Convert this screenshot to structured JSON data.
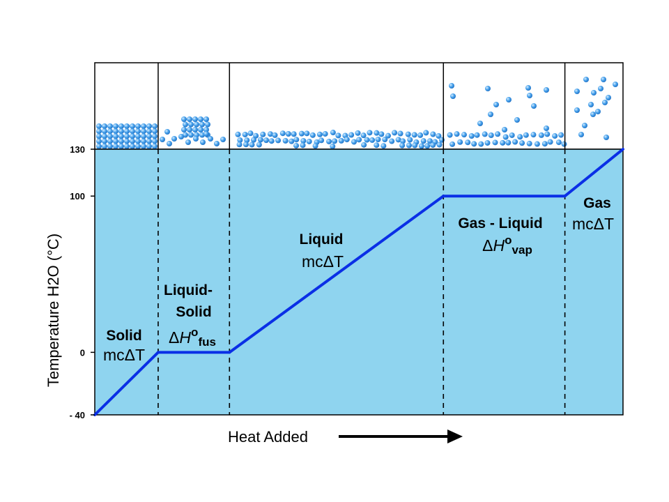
{
  "chart_data": {
    "type": "line",
    "ylabel": "Temperature H2O (°C)",
    "xlabel": "Heat Added",
    "ylim": [
      -40,
      130
    ],
    "y_ticks": [
      "130",
      "100",
      "0",
      "- 40"
    ],
    "y_tick_values": [
      130,
      100,
      0,
      -40
    ],
    "x_units_total": 100,
    "segments": [
      {
        "name": "Solid",
        "formula": "mcΔT",
        "x": [
          0,
          12
        ],
        "y": [
          -40,
          0
        ]
      },
      {
        "name": "Liquid-Solid",
        "formula": "ΔH°fus",
        "x": [
          12,
          25.5
        ],
        "y": [
          0,
          0
        ]
      },
      {
        "name": "Liquid",
        "formula": "mcΔT",
        "x": [
          25.5,
          66
        ],
        "y": [
          0,
          100
        ]
      },
      {
        "name": "Gas - Liquid",
        "formula": "ΔH°vap",
        "x": [
          66,
          89
        ],
        "y": [
          100,
          100
        ]
      },
      {
        "name": "Gas",
        "formula": "mcΔT",
        "x": [
          89,
          100
        ],
        "y": [
          100,
          130
        ]
      }
    ],
    "phase_boundaries": [
      12,
      25.5,
      66,
      89
    ],
    "labels": {
      "solid": {
        "title": "Solid",
        "formula": "mcΔT"
      },
      "liquid_solid": {
        "title_line1": "Liquid-",
        "title_line2": "Solid",
        "formula_delta": "Δ",
        "formula_H": "H",
        "formula_deg": "o",
        "formula_sub": "fus"
      },
      "liquid": {
        "title": "Liquid",
        "formula": "mcΔT"
      },
      "gas_liquid": {
        "title": "Gas - Liquid",
        "formula_delta": "Δ",
        "formula_H": "H",
        "formula_deg": "o",
        "formula_sub": "vap"
      },
      "gas": {
        "title": "Gas",
        "formula": "mcΔT"
      }
    },
    "colors": {
      "fill": "#8fd4ef",
      "line": "#0a2fe6",
      "particle": "#3f9be6"
    }
  }
}
